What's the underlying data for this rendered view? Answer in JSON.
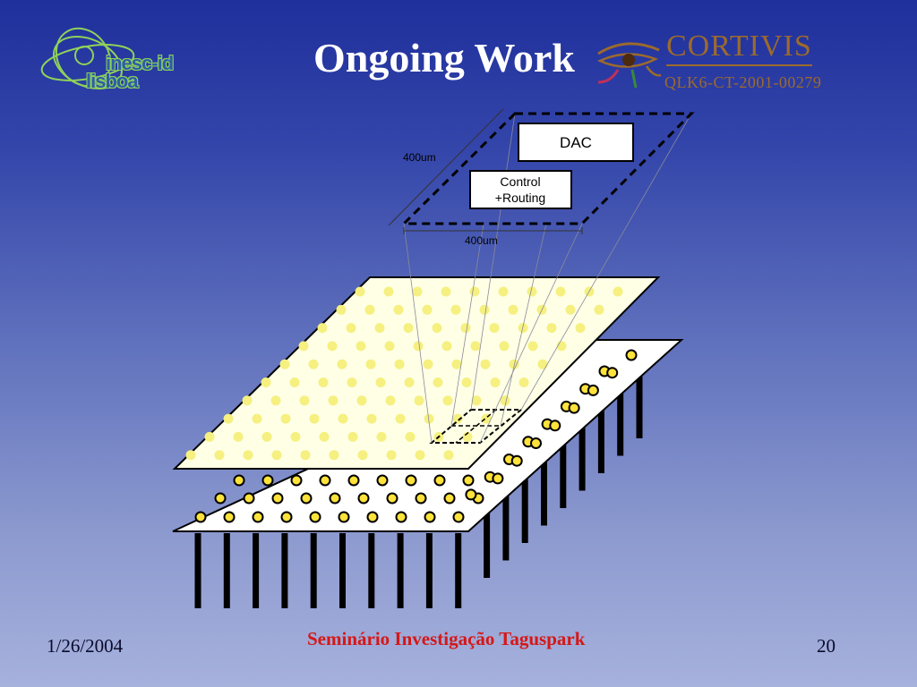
{
  "slide": {
    "title": "Ongoing Work",
    "footer_date": "1/26/2004",
    "footer_center": "Seminário Investigação Taguspark",
    "page_number": "20"
  },
  "logos": {
    "inesc": {
      "name": "inesc-id",
      "city": "lisboa",
      "color": "#2c5ea8",
      "outline": "#8fd15a"
    },
    "cortivis": {
      "name": "CORTIVIS",
      "code": "QLK6-CT-2001-00279",
      "color": "#9c6a2c"
    }
  },
  "diagram": {
    "dac_label": "DAC",
    "control_label_line1": "Control",
    "control_label_line2": "+Routing",
    "dimension_diagonal": "400um",
    "dimension_bottom": "400um",
    "top_layer_dot_color": "#f5f080",
    "bottom_layer_dot_color": "#ffe23a"
  },
  "colors": {
    "background_top": "#1f2f9c",
    "background_bottom": "#a6b1dc",
    "footer_accent": "#d41818"
  }
}
